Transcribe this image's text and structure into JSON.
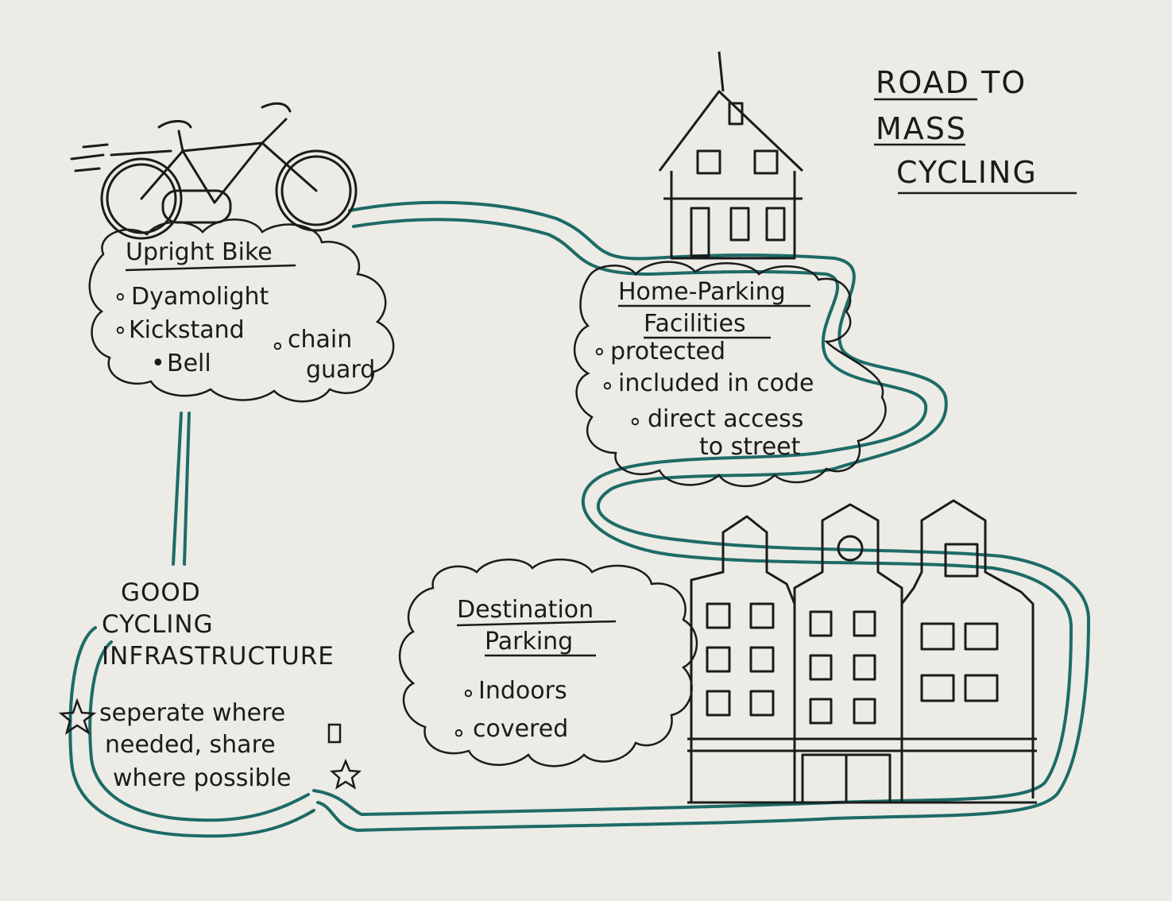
{
  "title": {
    "line1": "ROAD TO",
    "line2": "MASS",
    "line3": "CYCLING"
  },
  "bike_note": {
    "heading": "Upright Bike",
    "items": [
      "Dyamolight",
      "Kickstand",
      "Bell",
      "chain",
      "guard"
    ]
  },
  "home_note": {
    "heading_line1": "Home-Parking",
    "heading_line2": "Facilities",
    "items": [
      "protected",
      "included in code",
      "direct access",
      "to street"
    ]
  },
  "destination_note": {
    "heading_line1": "Destination",
    "heading_line2": "Parking",
    "items": [
      "Indoors",
      "covered"
    ]
  },
  "infrastructure_note": {
    "heading_line1": "GOOD",
    "heading_line2": "CYCLING",
    "heading_line3": "INFRASTRUCTURE",
    "items": [
      "seperate where",
      "needed, share",
      "where possible"
    ]
  },
  "colors": {
    "ink": "#1b1b1b",
    "road": "#1d6b66",
    "paper": "#ecebe6"
  }
}
